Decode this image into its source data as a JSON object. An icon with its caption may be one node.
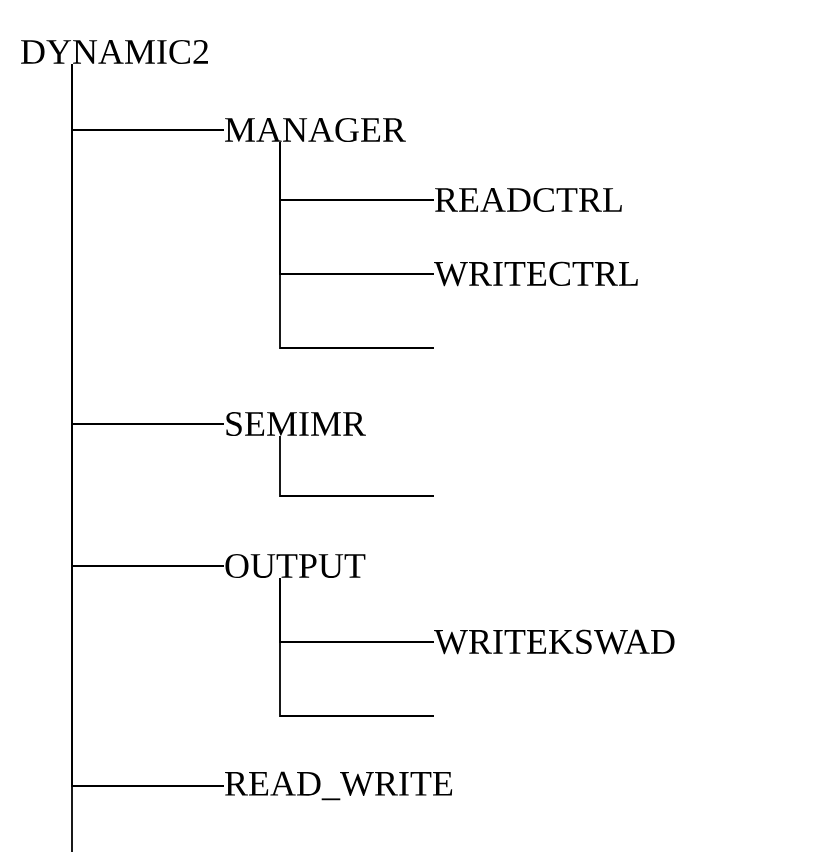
{
  "diagram": {
    "nodes": [
      {
        "text": [
          "DYNAMIC2"
        ]
      },
      {
        "text": [
          "MANAGER"
        ]
      },
      {
        "text": [
          "READCTRL"
        ]
      },
      {
        "text": [
          "WRITECTRL"
        ]
      },
      {
        "text": [
          "SEMIMR"
        ]
      },
      {
        "text": [
          "OUTPUT"
        ]
      },
      {
        "text": [
          "WRITEKSWAD"
        ]
      },
      {
        "text": [
          "READ_WRITE"
        ]
      }
    ],
    "edges": [
      {
        "from": 0,
        "to": 1,
        "arrow": "none"
      },
      {
        "from": 1,
        "to": 2,
        "arrow": "none"
      },
      {
        "from": 1,
        "to": 3,
        "arrow": "none"
      },
      {
        "from": 1,
        "to": null,
        "arrow": "none"
      },
      {
        "from": 0,
        "to": 4,
        "arrow": "none"
      },
      {
        "from": 4,
        "to": null,
        "arrow": "none"
      },
      {
        "from": 0,
        "to": 5,
        "arrow": "none"
      },
      {
        "from": 5,
        "to": 6,
        "arrow": "none"
      },
      {
        "from": 5,
        "to": null,
        "arrow": "none"
      },
      {
        "from": 0,
        "to": 7,
        "arrow": "none"
      },
      {
        "from": 0,
        "to": null,
        "arrow": "none"
      }
    ]
  }
}
